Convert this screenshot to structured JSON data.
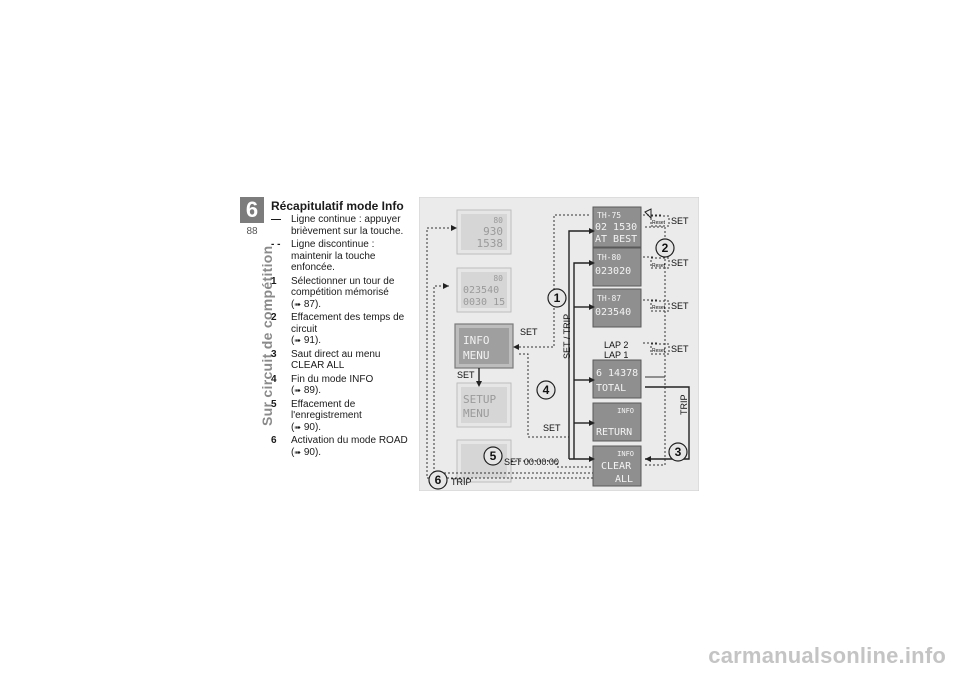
{
  "page": {
    "chapter_number": "6",
    "page_number": "88",
    "chapter_title": "Sur circuit de compétition",
    "footer": "carmanualsonline.info"
  },
  "section": {
    "heading": "Récapitulatif mode Info",
    "legend": [
      {
        "key": "—",
        "text": "Ligne continue : appuyer brièvement sur la touche."
      },
      {
        "key": "- -",
        "text": "Ligne discontinue : maintenir la touche enfoncée."
      },
      {
        "key": "1",
        "text": "Sélectionner un tour de compétition mémorisé",
        "ref": "87)."
      },
      {
        "key": "2",
        "text": "Effacement des temps de circuit",
        "ref": "91)."
      },
      {
        "key": "3",
        "text": "Saut direct au menu CLEAR ALL"
      },
      {
        "key": "4",
        "text": "Fin du mode INFO",
        "ref": "89)."
      },
      {
        "key": "5",
        "text": "Effacement de l'enregistrement",
        "ref": "90)."
      },
      {
        "key": "6",
        "text": "Activation du mode ROAD",
        "ref": "90)."
      }
    ],
    "ref_arrow": "➠"
  },
  "diagram": {
    "left_lcds": [
      {
        "lines": [
          "80",
          "930",
          "1538"
        ]
      },
      {
        "lines": [
          "80",
          "023540",
          "0030 15"
        ]
      },
      {
        "lines": [
          "INFO",
          "MENU"
        ]
      },
      {
        "lines": [
          "SETUP",
          "MENU"
        ]
      },
      {
        "lines": [
          ""
        ]
      }
    ],
    "right_lcds": [
      {
        "lines": [
          "TH-75",
          "02 1530",
          "AT BEST"
        ]
      },
      {
        "lines": [
          "TH-80",
          "023020"
        ]
      },
      {
        "lines": [
          "TH-87",
          "023540"
        ]
      },
      {
        "lines": [
          "6 14378",
          "TOTAL"
        ]
      },
      {
        "lines": [
          "INFO",
          "RETURN"
        ]
      },
      {
        "lines": [
          "INFO",
          "CLEAR",
          "ALL"
        ]
      }
    ],
    "labels": {
      "set": "SET",
      "reset": "Reset",
      "set_trip": "SET / TRIP",
      "trip": "TRIP",
      "lap2": "LAP 2",
      "lap1": "LAP 1",
      "set_zero": "SET  00:00:00"
    },
    "markers": [
      "1",
      "2",
      "3",
      "4",
      "5",
      "6"
    ]
  }
}
